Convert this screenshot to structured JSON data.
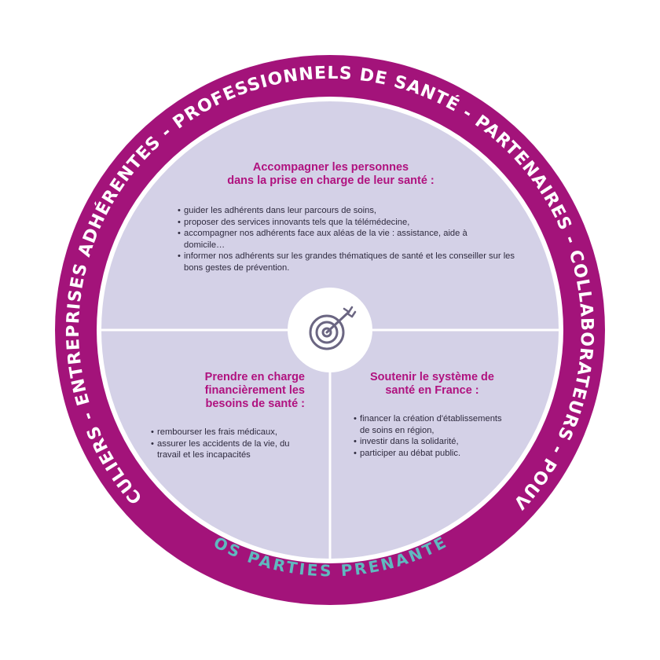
{
  "colors": {
    "ring": "#a3137a",
    "inner_fill": "#d4d1e7",
    "accent_title": "#b0127f",
    "bottom_label": "#5fb9bf",
    "body_text": "#2f2b3f",
    "target_icon": "#6b6682"
  },
  "ring": {
    "top_text": "CLIENTS PARTICULIERS - ENTREPRISES ADHÉRENTES - PROFESSIONNELS DE SANTÉ - PARTENAIRES - COLLABORATEURS - POUVOIRS PUBLICS",
    "bottom_text": "NOS PARTIES PRENANTES"
  },
  "center_icon": "target-arrow-icon",
  "panels": {
    "top": {
      "title": [
        "Accompagner les personnes",
        "dans la prise en charge de leur santé :"
      ],
      "items": [
        "guider les adhérents dans leur parcours de soins,",
        "proposer des services innovants tels que la télémédecine,",
        "accompagner nos adhérents face aux aléas de la vie : assistance, aide à domicile…",
        "informer nos adhérents sur les grandes thématiques de santé et les conseiller sur les bons gestes de prévention."
      ]
    },
    "left": {
      "title": [
        "Prendre en charge",
        "financièrement les",
        "besoins de santé :"
      ],
      "items": [
        "rembourser les frais médicaux,",
        "assurer les accidents de la vie, du travail et les incapacités"
      ]
    },
    "right": {
      "title": [
        "Soutenir le système de",
        "santé en France :"
      ],
      "items": [
        "financer la création d'établissements de soins en région,",
        "investir dans la solidarité,",
        "participer au débat public."
      ]
    }
  }
}
